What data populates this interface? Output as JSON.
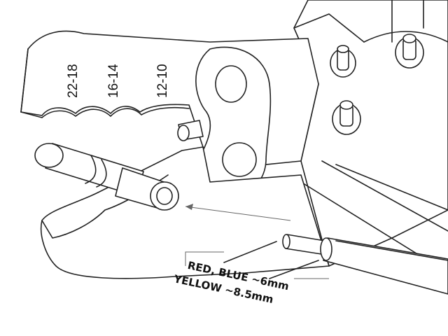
{
  "gauge_labels": [
    "22-18",
    "16-14",
    "12-10"
  ],
  "strip_length_note": {
    "line1": "RED, BLUE ~6mm",
    "line2": "YELLOW ~8.5mm"
  }
}
